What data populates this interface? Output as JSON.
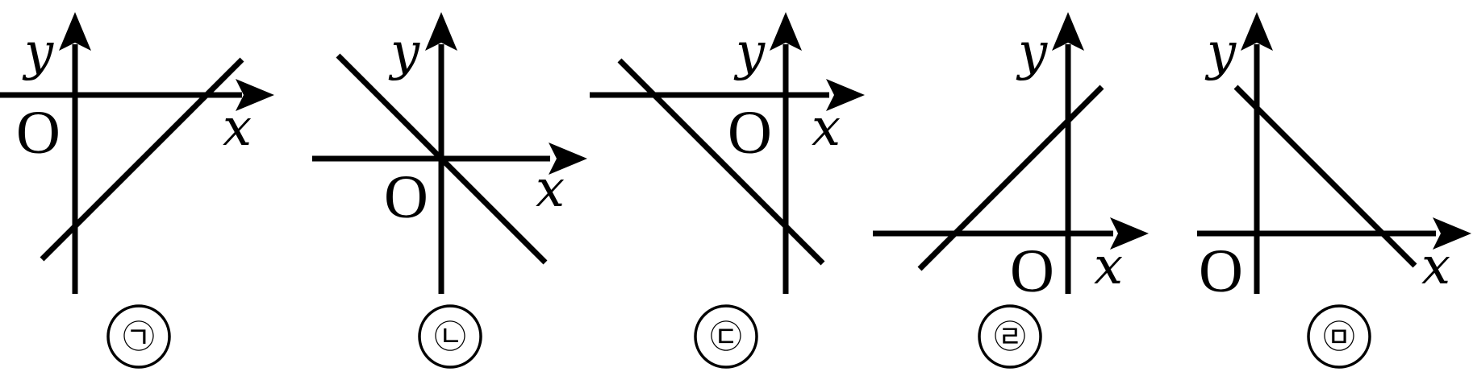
{
  "panels": [
    {
      "tag": "㉠",
      "x_label": "x",
      "y_label": "y",
      "origin_label": "O",
      "slope": "positive",
      "x_intercept": "positive",
      "y_intercept": "negative"
    },
    {
      "tag": "㉡",
      "x_label": "x",
      "y_label": "y",
      "origin_label": "O",
      "slope": "negative",
      "x_intercept": "zero",
      "y_intercept": "zero"
    },
    {
      "tag": "㉢",
      "x_label": "x",
      "y_label": "y",
      "origin_label": "O",
      "slope": "negative",
      "x_intercept": "negative",
      "y_intercept": "negative"
    },
    {
      "tag": "㉣",
      "x_label": "x",
      "y_label": "y",
      "origin_label": "O",
      "slope": "positive",
      "x_intercept": "negative",
      "y_intercept": "positive"
    },
    {
      "tag": "㉤",
      "x_label": "x",
      "y_label": "y",
      "origin_label": "O",
      "slope": "negative",
      "x_intercept": "positive",
      "y_intercept": "positive"
    }
  ]
}
